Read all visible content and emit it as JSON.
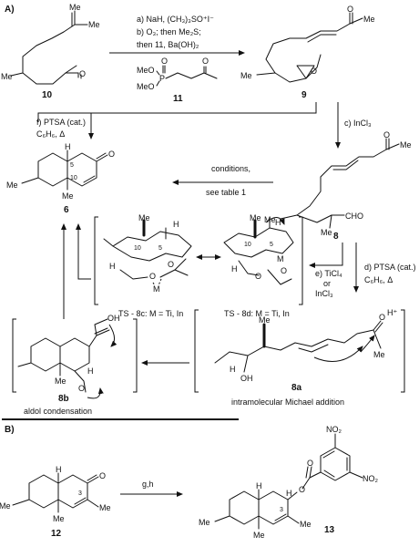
{
  "sections": {
    "a": "A)",
    "b": "B)"
  },
  "reagents": {
    "step_ab": [
      "a) NaH, (CH₃)₃SO⁺I⁻",
      "b) O₃; then Me₂S;",
      "then 11, Ba(OH)₂"
    ],
    "step_c": "c) InCl₃",
    "step_f": [
      "f) PTSA (cat.)",
      "C₆H₆, Δ"
    ],
    "conditions": [
      "conditions,",
      "see table 1"
    ],
    "step_d": [
      "d) PTSA (cat.)",
      "C₆H₆, Δ"
    ],
    "step_e": [
      "e) TiCl₄",
      "or",
      "InCl₃"
    ],
    "step_gh": "g,h"
  },
  "compounds": {
    "c10": "10",
    "c11": "11",
    "c9": "9",
    "c8": "8",
    "c6": "6",
    "c8a": "8a",
    "c8b": "8b",
    "c12": "12",
    "c13": "13",
    "ts8c": "TS - 8c: M = Ti, In",
    "ts8d": "TS - 8d: M = Ti, In"
  },
  "atoms": {
    "me": "Me",
    "o": "O",
    "h": "H",
    "m": "M",
    "oh": "OH",
    "cho": "CHO",
    "h_plus": "H⁺",
    "meo": "MeO",
    "p": "P",
    "no2": "NO₂",
    "n5": "5",
    "n10": "10",
    "n3": "3",
    "colon": ":",
    "dots": "••"
  },
  "captions": {
    "aldol": "aldol condensation",
    "michael": "intramolecular Michael addition"
  },
  "icons": {
    "arrow": "reaction-arrow",
    "curved": "curved-electron-arrow"
  }
}
